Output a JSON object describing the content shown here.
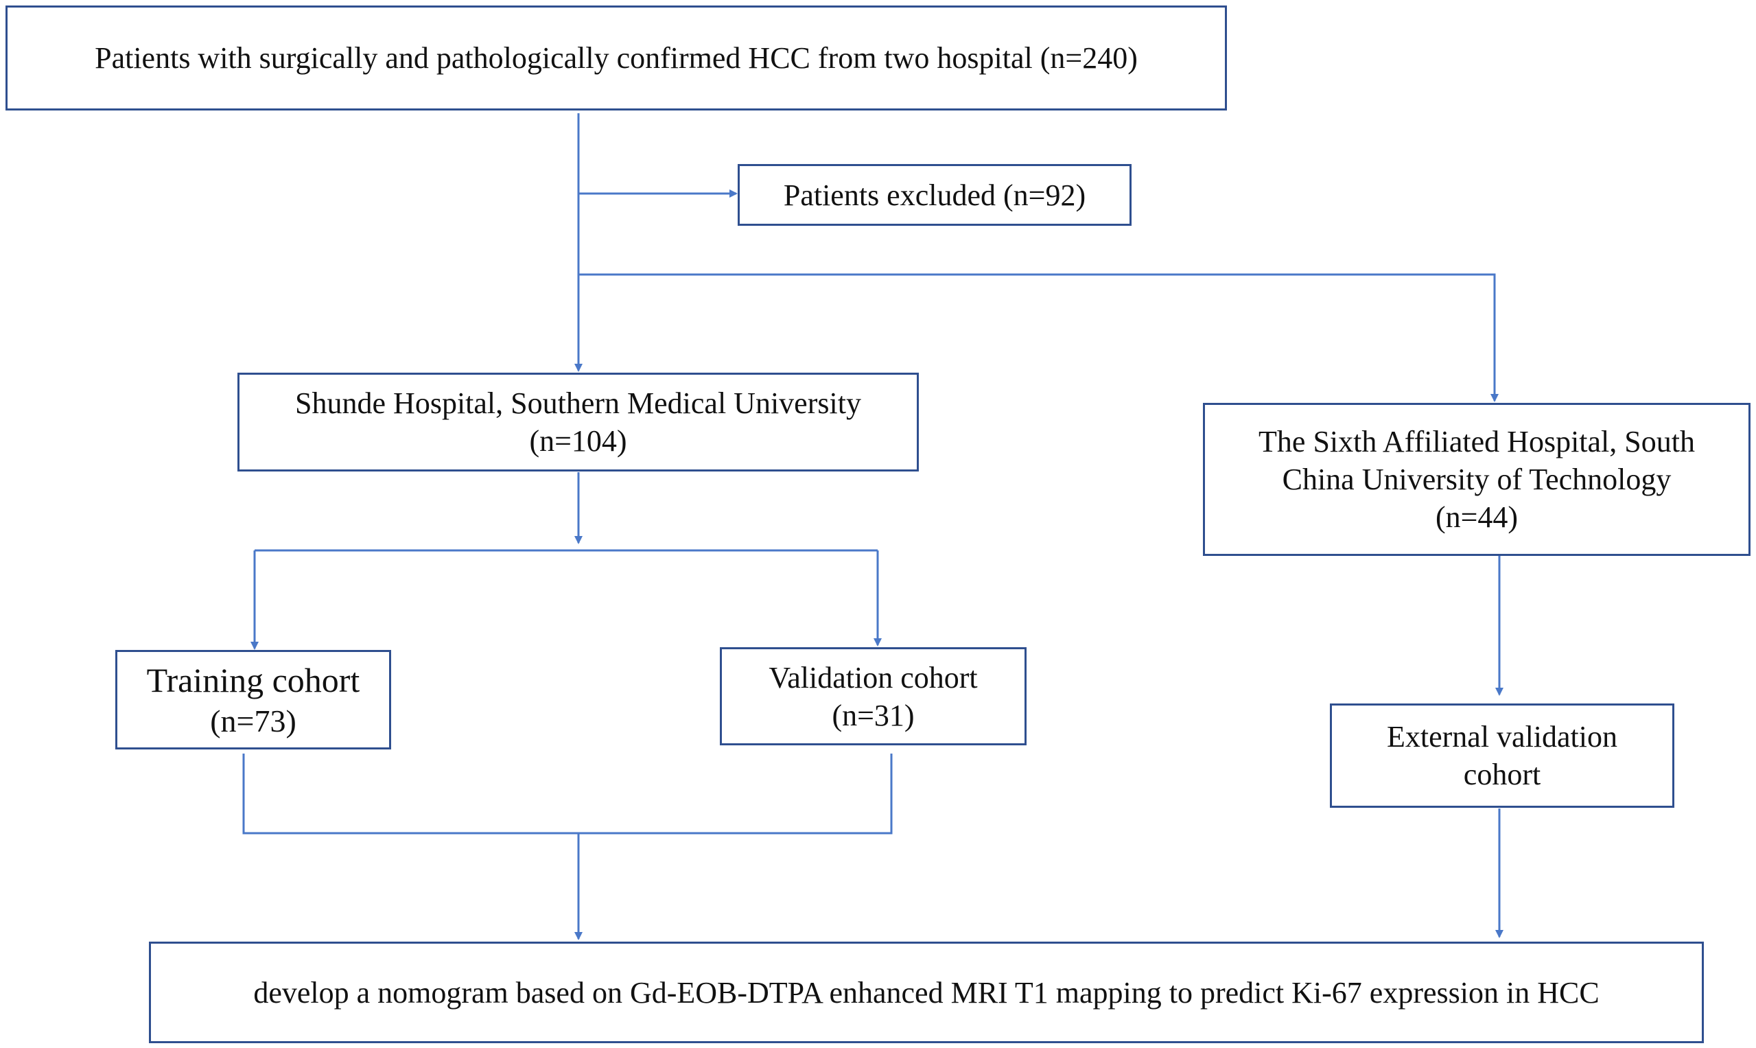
{
  "colors": {
    "line": "#4a78c8",
    "box_border": "#2f4f8f",
    "text": "#111111",
    "background": "#ffffff"
  },
  "boxes": {
    "source": {
      "lines": [
        "Patients with surgically and pathologically confirmed HCC from two hospital (n=240)"
      ]
    },
    "excluded": {
      "lines": [
        "Patients excluded (n=92)"
      ]
    },
    "shunde": {
      "lines": [
        "Shunde Hospital, Southern Medical University",
        "(n=104)"
      ]
    },
    "sixth": {
      "lines": [
        "The Sixth Affiliated Hospital, South",
        "China University of Technology",
        "(n=44)"
      ]
    },
    "training": {
      "lines": [
        "Training cohort",
        "(n=73)"
      ]
    },
    "validation": {
      "lines": [
        "Validation cohort",
        "(n=31)"
      ]
    },
    "external": {
      "lines": [
        "External validation",
        "cohort"
      ]
    },
    "outcome": {
      "lines": [
        "develop a nomogram based on Gd-EOB-DTPA enhanced MRI T1 mapping to predict Ki-67 expression in HCC"
      ]
    }
  }
}
